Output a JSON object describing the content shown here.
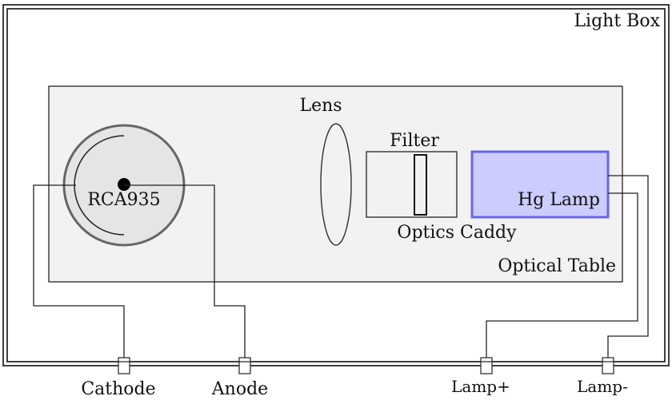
{
  "labels": {
    "light_box": "Light Box",
    "optical_table": "Optical Table",
    "tube": "RCA935",
    "lens": "Lens",
    "filter": "Filter",
    "optics_caddy": "Optics Caddy",
    "hg_lamp": "Hg Lamp",
    "cathode": "Cathode",
    "anode": "Anode",
    "lamp_plus": "Lamp+",
    "lamp_minus": "Lamp-"
  },
  "colors": {
    "table_fill": "#f2f2f2",
    "tube_fill": "#e5e5e5",
    "tube_stroke": "#666666",
    "tube_label": "#777777",
    "lamp_fill": "#ccccff",
    "lamp_stroke": "#6666ee",
    "lamp_label": "#6a6add"
  }
}
